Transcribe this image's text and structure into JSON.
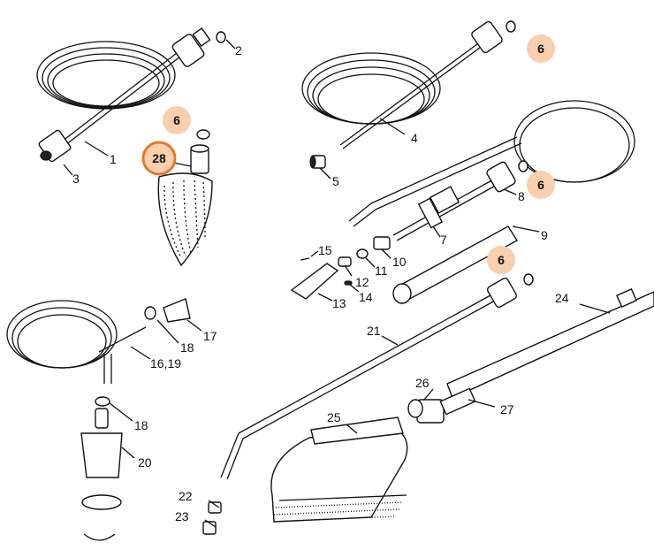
{
  "diagram": {
    "highlight_colors": {
      "fill": "#f9cfae",
      "ring": "#e07a2e"
    },
    "callouts": [
      {
        "id": "c1",
        "text": "1"
      },
      {
        "id": "c2",
        "text": "2"
      },
      {
        "id": "c3",
        "text": "3"
      },
      {
        "id": "c4",
        "text": "4"
      },
      {
        "id": "c5",
        "text": "5"
      },
      {
        "id": "c6a",
        "text": "6"
      },
      {
        "id": "c6b",
        "text": "6"
      },
      {
        "id": "c6c",
        "text": "6"
      },
      {
        "id": "c6d",
        "text": "6"
      },
      {
        "id": "c7",
        "text": "7"
      },
      {
        "id": "c8",
        "text": "8"
      },
      {
        "id": "c9",
        "text": "9"
      },
      {
        "id": "c10",
        "text": "10"
      },
      {
        "id": "c11",
        "text": "11"
      },
      {
        "id": "c12",
        "text": "12"
      },
      {
        "id": "c13",
        "text": "13"
      },
      {
        "id": "c14",
        "text": "14"
      },
      {
        "id": "c15",
        "text": "15"
      },
      {
        "id": "c1619",
        "text": "16,19"
      },
      {
        "id": "c17",
        "text": "17"
      },
      {
        "id": "c18a",
        "text": "18"
      },
      {
        "id": "c18b",
        "text": "18"
      },
      {
        "id": "c20",
        "text": "20"
      },
      {
        "id": "c21",
        "text": "21"
      },
      {
        "id": "c22",
        "text": "22"
      },
      {
        "id": "c23",
        "text": "23"
      },
      {
        "id": "c24",
        "text": "24"
      },
      {
        "id": "c25",
        "text": "25"
      },
      {
        "id": "c26",
        "text": "26"
      },
      {
        "id": "c27",
        "text": "27"
      },
      {
        "id": "c28",
        "text": "28"
      }
    ]
  }
}
